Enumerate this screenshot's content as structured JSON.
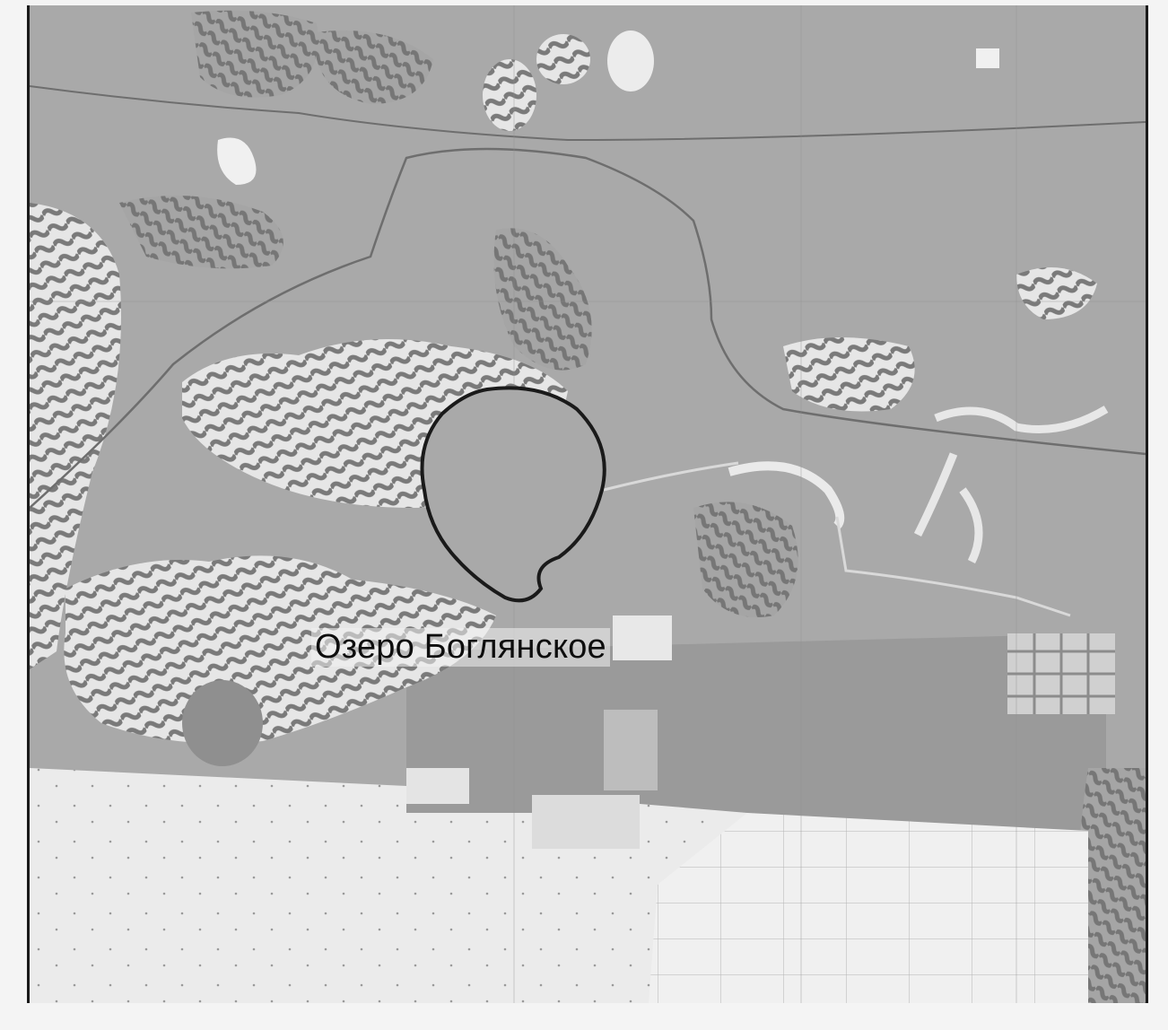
{
  "map": {
    "lake_label": "Озеро Боглянское",
    "colors": {
      "land": "#a9a9a9",
      "dark_land": "#979797",
      "open_area": "#e9e9e9",
      "pattern": "#7d7d7d",
      "outline": "#1a1a1a",
      "road": "#6a6a6a"
    },
    "icons": [
      "lake-outline",
      "wetland-hatch-pattern",
      "road-line"
    ]
  }
}
